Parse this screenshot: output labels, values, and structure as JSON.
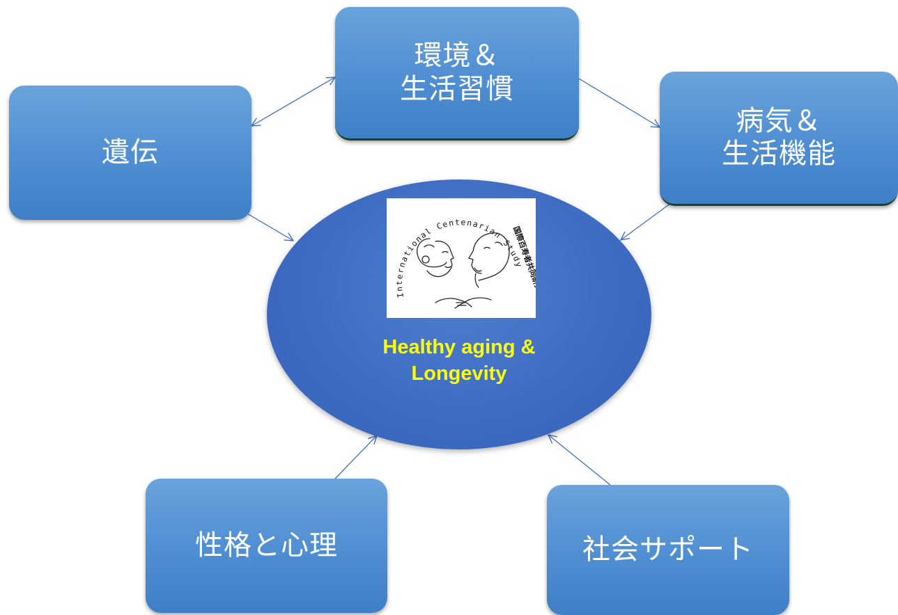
{
  "nodes": {
    "environment": {
      "label": "環境＆\n生活習慣"
    },
    "genetics": {
      "label": "遺伝"
    },
    "disease": {
      "label": "病気＆\n生活機能"
    },
    "personality": {
      "label": "性格と心理"
    },
    "social": {
      "label": "社会サポート"
    }
  },
  "center": {
    "title": "Healthy aging &\nLongevity",
    "logo": {
      "text": "International Centenarian Study",
      "kanji": "国際百寿者共同研究"
    }
  },
  "colors": {
    "box": "#4f8ed2",
    "ellipse": "#3f6cc2",
    "center_text": "#ffff00",
    "connector": "#3d6fc0"
  }
}
